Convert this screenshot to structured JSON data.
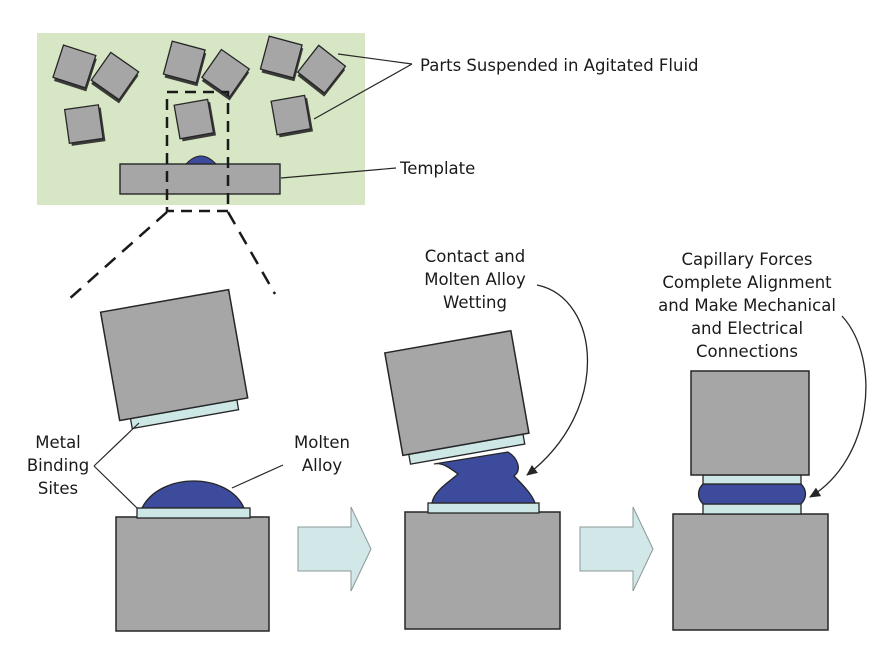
{
  "labels": {
    "parts_suspended": "Parts Suspended in Agitated Fluid",
    "template": "Template",
    "contact_line1": "Contact and",
    "contact_line2": "Molten Alloy",
    "contact_line3": "Wetting",
    "capillary_line1": "Capillary Forces",
    "capillary_line2": "Complete Alignment",
    "capillary_line3": "and Make Mechanical",
    "capillary_line4": "and Electrical",
    "capillary_line5": "Connections",
    "metal_line1": "Metal",
    "metal_line2": "Binding",
    "metal_line3": "Sites",
    "molten_line1": "Molten",
    "molten_line2": "Alloy"
  },
  "colors": {
    "fluid": "#d7e6c4",
    "part": "#a6a6a6",
    "outline": "#262626",
    "pad": "#cde6e6",
    "alloy": "#3d4b9c",
    "arrow": "#d2e7e7"
  }
}
